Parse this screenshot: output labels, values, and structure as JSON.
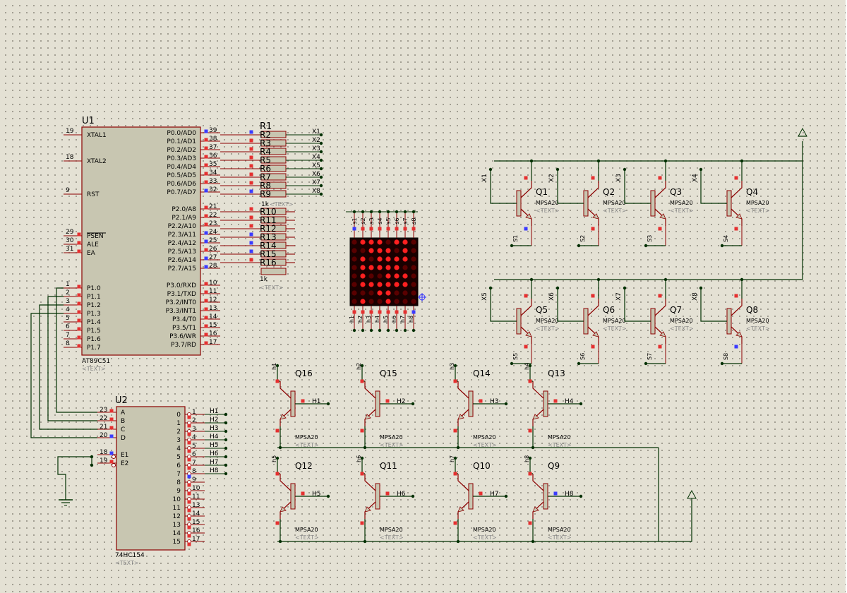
{
  "colors": {
    "chip": "#c8c6b1",
    "outline": "#8b0000",
    "wire": "#003000",
    "pinR": "#e53030",
    "pinB": "#3b3bff",
    "ledOn": "#ff2020",
    "ledOff": "#5a0000"
  },
  "placeholder": "<TEXT>",
  "u1": {
    "ref": "U1",
    "part": "AT89C51",
    "left": [
      {
        "n": "19",
        "l": "XTAL1"
      },
      {
        "n": "18",
        "l": "XTAL2"
      },
      {
        "n": "9",
        "l": "RST"
      },
      {
        "n": "29",
        "l": "PSEN"
      },
      {
        "n": "30",
        "l": "ALE"
      },
      {
        "n": "31",
        "l": "EA"
      },
      {
        "n": "1",
        "l": "P1.0"
      },
      {
        "n": "2",
        "l": "P1.1"
      },
      {
        "n": "3",
        "l": "P1.2"
      },
      {
        "n": "4",
        "l": "P1.3"
      },
      {
        "n": "5",
        "l": "P1.4"
      },
      {
        "n": "6",
        "l": "P1.5"
      },
      {
        "n": "7",
        "l": "P1.6"
      },
      {
        "n": "8",
        "l": "P1.7"
      }
    ],
    "right": [
      {
        "n": "39",
        "l": "P0.0/AD0"
      },
      {
        "n": "38",
        "l": "P0.1/AD1"
      },
      {
        "n": "37",
        "l": "P0.2/AD2"
      },
      {
        "n": "36",
        "l": "P0.3/AD3"
      },
      {
        "n": "35",
        "l": "P0.4/AD4"
      },
      {
        "n": "34",
        "l": "P0.5/AD5"
      },
      {
        "n": "33",
        "l": "P0.6/AD6"
      },
      {
        "n": "32",
        "l": "P0.7/AD7"
      },
      {
        "n": "21",
        "l": "P2.0/A8"
      },
      {
        "n": "22",
        "l": "P2.1/A9"
      },
      {
        "n": "23",
        "l": "P2.2/A10"
      },
      {
        "n": "24",
        "l": "P2.3/A11"
      },
      {
        "n": "25",
        "l": "P2.4/A12"
      },
      {
        "n": "26",
        "l": "P2.5/A13"
      },
      {
        "n": "27",
        "l": "P2.6/A14"
      },
      {
        "n": "28",
        "l": "P2.7/A15"
      },
      {
        "n": "10",
        "l": "P3.0/RXD"
      },
      {
        "n": "11",
        "l": "P3.1/TXD"
      },
      {
        "n": "12",
        "l": "P3.2/INT0"
      },
      {
        "n": "13",
        "l": "P3.3/INT1"
      },
      {
        "n": "14",
        "l": "P3.4/T0"
      },
      {
        "n": "15",
        "l": "P3.5/T1"
      },
      {
        "n": "16",
        "l": "P3.6/WR"
      },
      {
        "n": "17",
        "l": "P3.7/RD"
      }
    ]
  },
  "u2": {
    "ref": "U2",
    "part": "74HC154",
    "left": [
      {
        "n": "23",
        "l": "A"
      },
      {
        "n": "22",
        "l": "B"
      },
      {
        "n": "21",
        "l": "C"
      },
      {
        "n": "20",
        "l": "D"
      },
      {
        "n": "18",
        "l": "E1"
      },
      {
        "n": "19",
        "l": "E2"
      }
    ],
    "right": [
      "0",
      "1",
      "2",
      "3",
      "4",
      "5",
      "6",
      "7",
      "8",
      "9",
      "10",
      "11",
      "12",
      "13",
      "14",
      "15"
    ],
    "rightPins": [
      "1",
      "2",
      "3",
      "4",
      "5",
      "6",
      "7",
      "8",
      "9",
      "10",
      "11",
      "13",
      "14",
      "15",
      "16",
      "17"
    ],
    "net": [
      "H1",
      "H2",
      "H3",
      "H4",
      "H5",
      "H6",
      "H7",
      "H8"
    ]
  },
  "r1": {
    "ref": "R1",
    "value": "1k",
    "labels": [
      "R2",
      "R3",
      "R4",
      "R5",
      "R6",
      "R7",
      "R8",
      "R9"
    ],
    "nets": [
      "X1",
      "X2",
      "X3",
      "X4",
      "X5",
      "X6",
      "X7",
      "X8"
    ]
  },
  "r2": {
    "labels": [
      "R10",
      "R11",
      "R12",
      "R13",
      "R14",
      "R15",
      "R16"
    ]
  },
  "matrix": {
    "top": [
      "s1",
      "s2",
      "s3",
      "s4",
      "s5",
      "s6",
      "s7",
      "s8"
    ],
    "bottom": [
      "h1",
      "h2",
      "h3",
      "h4",
      "h5",
      "h6",
      "h7",
      "h8"
    ],
    "pattern": [
      "01110110",
      "00111010",
      "01011110",
      "01111100",
      "01001110",
      "01111110",
      "00011000",
      "01001000"
    ]
  },
  "q_top": [
    {
      "ref": "Q1",
      "part": "MPSA20",
      "base": "X1",
      "em": "S1"
    },
    {
      "ref": "Q2",
      "part": "MPSA20",
      "base": "X2",
      "em": "S2"
    },
    {
      "ref": "Q3",
      "part": "MPSA20",
      "base": "X3",
      "em": "S3"
    },
    {
      "ref": "Q4",
      "part": "MPSA20",
      "base": "X4",
      "em": "S4"
    },
    {
      "ref": "Q5",
      "part": "MPSA20",
      "base": "X5",
      "em": "S5"
    },
    {
      "ref": "Q6",
      "part": "MPSA20",
      "base": "X6",
      "em": "S6"
    },
    {
      "ref": "Q7",
      "part": "MPSA20",
      "base": "X7",
      "em": "S7"
    },
    {
      "ref": "Q8",
      "part": "MPSA20",
      "base": "X8",
      "em": "S8"
    }
  ],
  "q_bottom": [
    {
      "ref": "Q16",
      "part": "MPSA20",
      "base": "H1",
      "col": "h1"
    },
    {
      "ref": "Q15",
      "part": "MPSA20",
      "base": "H2",
      "col": "h2"
    },
    {
      "ref": "Q14",
      "part": "MPSA20",
      "base": "H3",
      "col": "h3"
    },
    {
      "ref": "Q13",
      "part": "MPSA20",
      "base": "H4",
      "col": "h4"
    },
    {
      "ref": "Q12",
      "part": "MPSA20",
      "base": "H5",
      "col": "h5"
    },
    {
      "ref": "Q11",
      "part": "MPSA20",
      "base": "H6",
      "col": "h6"
    },
    {
      "ref": "Q10",
      "part": "MPSA20",
      "base": "H7",
      "col": "h7"
    },
    {
      "ref": "Q9",
      "part": "MPSA20",
      "base": "H8",
      "col": "h8"
    }
  ]
}
